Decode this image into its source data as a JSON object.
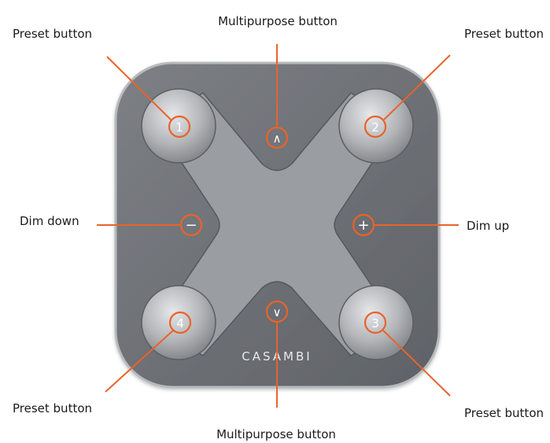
{
  "diagram": {
    "brand": "CASAMBI",
    "callouts": {
      "preset_top_left": "Preset button",
      "preset_top_right": "Preset button",
      "preset_bottom_left": "Preset button",
      "preset_bottom_right": "Preset button",
      "multipurpose_top": "Multipurpose button",
      "multipurpose_bottom": "Multipurpose button",
      "dim_down": "Dim down",
      "dim_up": "Dim up"
    },
    "buttons": {
      "preset_1": "1",
      "preset_2": "2",
      "preset_3": "3",
      "preset_4": "4",
      "up": "∧",
      "down": "∨",
      "minus": "−",
      "plus": "+"
    }
  },
  "colors": {
    "callout_line": "#e8632b",
    "device_body": "#707378",
    "cross_panel": "#9a9da1",
    "preset_button": "#b9bbbe"
  }
}
